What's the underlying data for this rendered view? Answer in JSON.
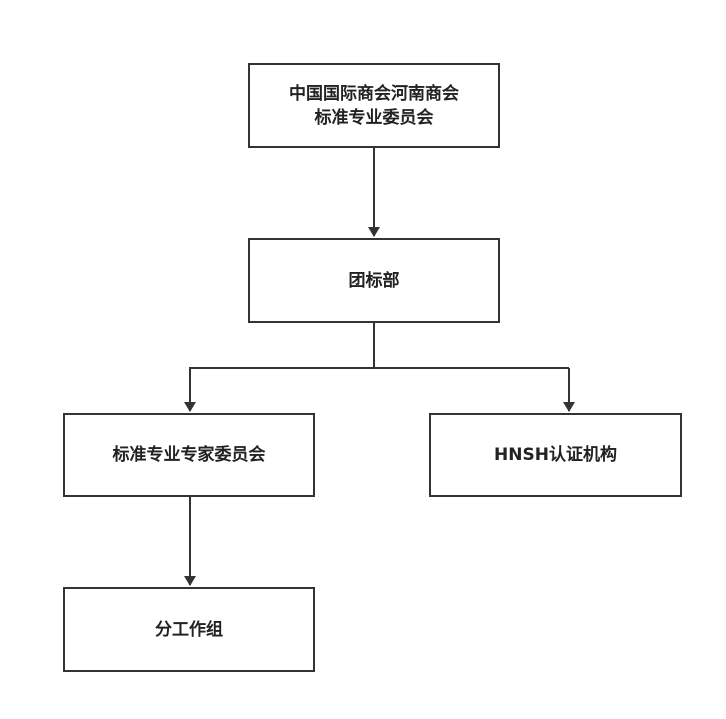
{
  "diagram": {
    "colors": {
      "line": "#333333",
      "text": "#222222",
      "background": "#ffffff"
    },
    "nodes": {
      "root": {
        "label": "中国国际商会河南商会\n标准专业委员会"
      },
      "dept": {
        "label": "团标部"
      },
      "expert": {
        "label": "标准专业专家委员会"
      },
      "cert": {
        "label": "HNSH认证机构"
      },
      "work": {
        "label": "分工作组"
      }
    }
  }
}
